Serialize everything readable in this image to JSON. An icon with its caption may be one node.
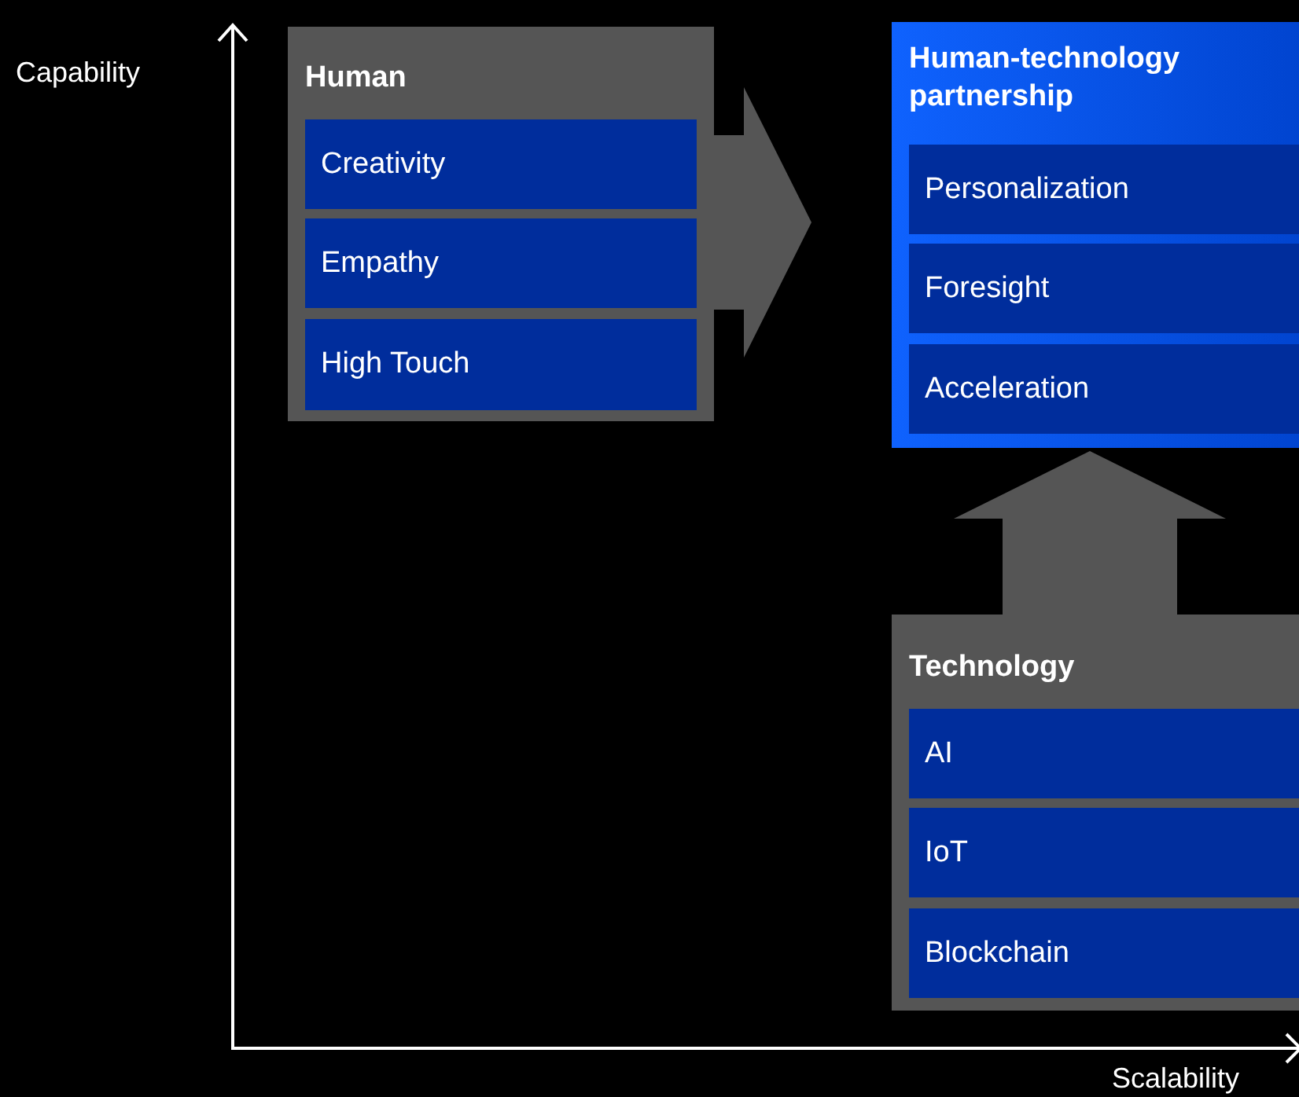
{
  "diagram": {
    "nodes": [
      {
        "text": [
          "Human"
        ]
      },
      {
        "text": [
          "Creativity"
        ],
        "in": 0
      },
      {
        "text": [
          "Empathy"
        ],
        "in": 0
      },
      {
        "text": [
          "High Touch"
        ],
        "in": 0
      },
      {
        "text": [
          "Human-technology partnership"
        ]
      },
      {
        "text": [
          "Personalization"
        ],
        "in": 4
      },
      {
        "text": [
          "Foresight"
        ],
        "in": 4
      },
      {
        "text": [
          "Acceleration"
        ],
        "in": 4
      },
      {
        "text": [
          "Technology"
        ]
      },
      {
        "text": [
          "AI"
        ],
        "in": 8
      },
      {
        "text": [
          "IoT"
        ],
        "in": 8
      },
      {
        "text": [
          "Blockchain"
        ],
        "in": 8
      }
    ],
    "edges": [
      {
        "from": 0,
        "to": 4,
        "arrow": "to"
      },
      {
        "from": 8,
        "to": 4,
        "arrow": "to"
      }
    ],
    "labels": [
      "Capability",
      "Scalability"
    ]
  }
}
